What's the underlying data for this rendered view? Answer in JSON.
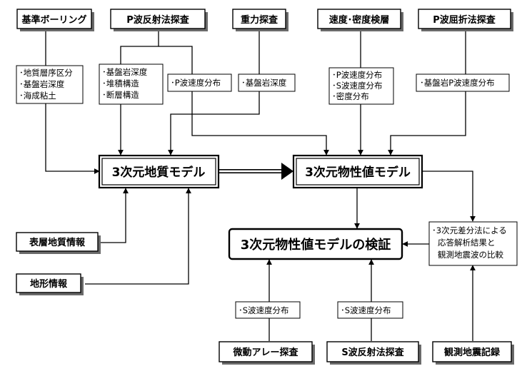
{
  "sources": {
    "boring": "基準ボーリング",
    "p_reflection": "P波反射法探査",
    "gravity": "重力探査",
    "velocity_density": "速度･密度検層",
    "p_refraction": "P波屈折法探査",
    "surface_geology": "表層地質情報",
    "topography": "地形情報",
    "microtremor": "微動アレー探査",
    "s_reflection": "S波反射法探査",
    "seismic_record": "観測地震記録"
  },
  "labels": {
    "boring_out": [
      "･地質層序区分",
      "･基盤岩深度",
      "･海成粘土"
    ],
    "p_refl_geo": [
      "･基盤岩深度",
      "･堆積構造",
      "･断層構造"
    ],
    "p_refl_vel": [
      "･P波速度分布"
    ],
    "gravity_out": [
      "･基盤岩深度"
    ],
    "logging_out": [
      "･P波速度分布",
      "･S波速度分布",
      "･密度分布"
    ],
    "refraction_out": [
      "･基盤岩P波速度分布"
    ],
    "microtremor_out": [
      "･S波速度分布"
    ],
    "s_refl_out": [
      "･S波速度分布"
    ],
    "comparison": [
      "･3次元差分法による",
      "応答解析結果と",
      "観測地震波の比較"
    ]
  },
  "models": {
    "geology": "3次元地質モデル",
    "property": "3次元物性値モデル",
    "verification": "3次元物性値モデルの検証"
  }
}
